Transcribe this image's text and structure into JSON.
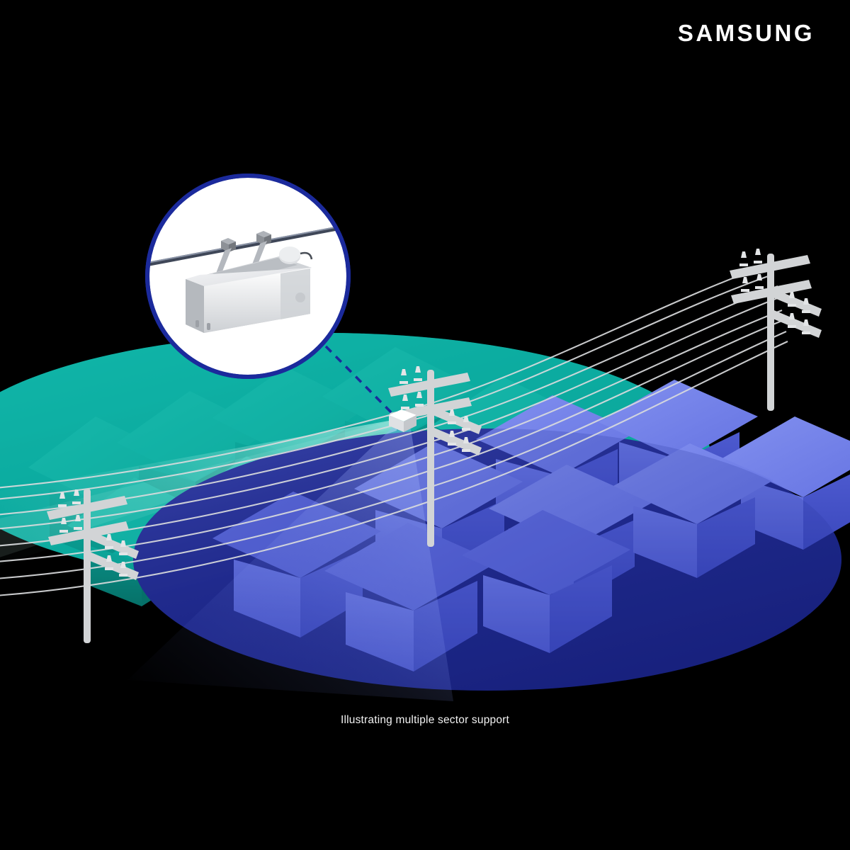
{
  "brand": {
    "logo_text": "SAMSUNG"
  },
  "caption": {
    "text": "Illustrating multiple sector support"
  },
  "colors": {
    "background": "#000000",
    "teal_sector": "#0aa79d",
    "teal_sector_light": "#17c2b4",
    "blue_sector_dark": "#171f7d",
    "blue_sector_mid": "#2a3391",
    "house_blue_roof": "#6f7ee6",
    "house_blue_wall": "#5664d8",
    "house_teal_roof": "#18b3a8",
    "house_teal_wall": "#07887f",
    "pole_grey": "#d2d4d6",
    "device_grey": "#e9eaec",
    "inset_border": "#1b2a9c",
    "inset_fill": "#ffffff",
    "leader_line": "#1b2a9c",
    "powerline": "#d9dbdd",
    "beam_glow": "#aef0e6"
  },
  "inset": {
    "name": "equipment-closeup",
    "device_label": "pole-mounted radio unit",
    "mount_label": "power line clamp mount"
  },
  "scene": {
    "sector_teal_label": "teal coverage sector",
    "sector_blue_label": "blue coverage sector",
    "center_pole_label": "central utility pole",
    "left_pole_label": "left utility pole",
    "right_pole_label": "right utility pole",
    "device_label": "mounted radio device",
    "teal_house_count": 7,
    "blue_house_count": 9,
    "powerline_count": 8
  }
}
